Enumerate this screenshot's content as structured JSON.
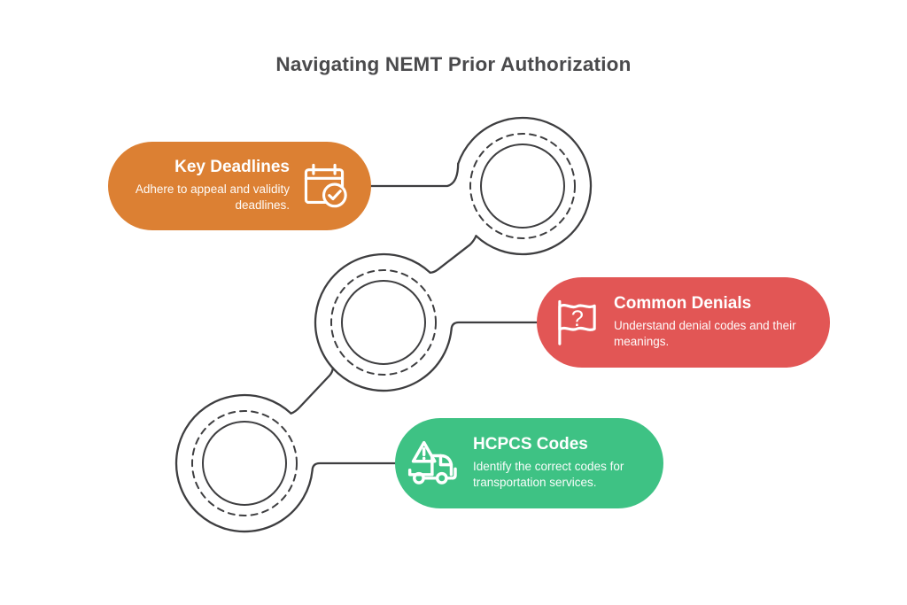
{
  "title": "Navigating NEMT Prior Authorization",
  "colors": {
    "line": "#3E3E40",
    "title_text": "#4A4A4C",
    "orange": "#DC8033",
    "red": "#E25655",
    "green": "#3EC284",
    "icon_stroke": "#FFFFFF"
  },
  "cards": [
    {
      "label": "Key Deadlines",
      "description": "Adhere to appeal and validity deadlines.",
      "color": "#DC8033",
      "icon": "calendar-check-icon"
    },
    {
      "label": "Common Denials",
      "description": "Understand denial codes and their meanings.",
      "color": "#E25655",
      "icon": "flag-question-icon"
    },
    {
      "label": "HCPCS Codes",
      "description": "Identify the correct codes for transportation services.",
      "color": "#3EC284",
      "icon": "truck-warning-icon"
    }
  ]
}
